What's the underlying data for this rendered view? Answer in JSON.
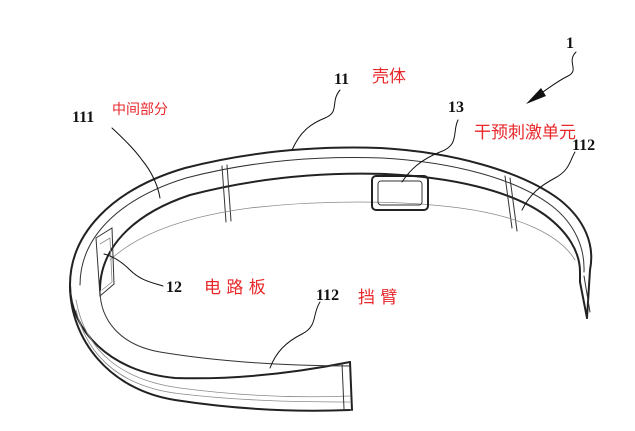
{
  "labels": {
    "device": {
      "num": "1"
    },
    "shell": {
      "num": "11",
      "text": "壳体"
    },
    "middle_part": {
      "num": "111",
      "text": "中间部分"
    },
    "stim_unit": {
      "num": "13",
      "text": "干预刺激单元"
    },
    "arm_right": {
      "num": "112"
    },
    "circuit_board": {
      "num": "12",
      "text": "电 路 板"
    },
    "arm_bottom": {
      "num": "112",
      "text": "挡 臂"
    }
  },
  "colors": {
    "label_text": "#e8282b",
    "number_text": "#111111",
    "outline": "#222222"
  }
}
